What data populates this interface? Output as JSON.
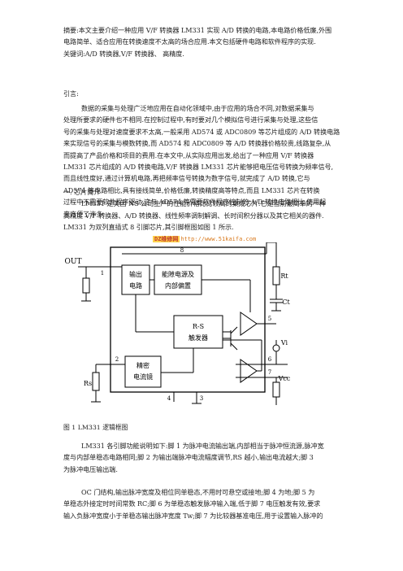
{
  "abstract": [
    "摘要:本文主要介绍一种应用 V/F 转换器 LM331 实现 A/D 转换的电路,本电路价格低廉,外围",
    "电路简单、适合应用在转换速度不太高的场合应用.本文包括硬件电路和软件程序的实现.",
    "关键词:A/D 转换器,V/F 转换器、 高精度."
  ],
  "intro_heading": "引言:",
  "intro_para": [
    "数据的采集与处理广泛地应用在自动化领域中,由于应用的场合不同,对数据采集与",
    "处理所要求的硬件也不相同.在控制过程中,有时要对几个模拟信号进行采集与处理,这些信",
    "号的采集与处理对速度要求不太高,一般采用 AD574 或 ADC0809 等芯片组成的 A/D 转换电路",
    "来实现信号的采集与模数转换,而 AD574 和 ADC0809 等 A/D 转换器价格较贵,线路复杂,从",
    "而提高了产品价格和项目的费用.在本文中,从实际应用出发,给出了一种应用 V/F 转换器",
    "LM331 芯片组成的 A/D 转换电路,V/F 转换器 LM331 芯片能够把电压信号转换为频率信号,",
    "而且线性度好,通过计算机电路,再把频率信号转换为数字信号,就完成了 A/D 转换,它与",
    "AD574 等电路相比,具有接线简单,价格低廉,转换精度高等特点,而且 LM331 芯片在转换",
    "过程中不需要软件程序驱动,这与 AD574 等需要软件程序控制的 A/D 转换电路相比,使用起",
    "来方便了许多."
  ],
  "section1_heading": "一.   芯片简介",
  "section1_para": [
    "LM331 是美国 NS 公司生产的性能价格比比较高的集成芯片.它是当前最简单的一种",
    "高精度 V/F 转换器、A/D 转换器、线性频率调制解调、长时间积分器以及其它相关的器件.",
    "LM331 为双列直插式 8 引脚芯片,其引脚框图如图 1 所示."
  ],
  "watermark": {
    "logo": "DZ维修网",
    "url": "http://www.51kaifa.com"
  },
  "diagram": {
    "blocks": [
      [
        "输出",
        "电路"
      ],
      [
        "能隙电源及",
        "内部偏置"
      ],
      [
        "R-S",
        "触发器"
      ],
      [
        "精密",
        "电流镜"
      ]
    ],
    "labels": {
      "out": "OUT",
      "vcc": "Vcc",
      "rt": "Rt",
      "ct": "Ct",
      "vi": "Vi",
      "rs": "Rs"
    },
    "pins": [
      "1",
      "2",
      "3",
      "4",
      "5",
      "6",
      "7",
      "8"
    ]
  },
  "figure_caption": "图 1  LM331 逻辑框图",
  "pin_para": [
    "LM331 各引脚功能说明如下:脚 1 为脉冲电流输出端,内部相当于脉冲恒流源,脉冲宽",
    "度与内部单稳态电路相同;脚 2 为输出端脉冲电流幅度调节,RS 越小,输出电流越大;脚 3",
    "为脉冲电压输出端."
  ],
  "oc_para": [
    "OC 门结构,输出脉冲宽度及相位同单稳态,不用时可悬空或接地;脚 4 为地;脚 5 为",
    "单稳态外接定时时间常数 RC;脚 6 为单稳态触发脉冲输入端,低于脚 7 电压触发有效,要求",
    "输入负脉冲宽度小于单稳态输出脉冲宽度 Tw;脚 7 为比较器基准电压,用于设置输入脉冲的"
  ],
  "colors": {
    "text": "#222222",
    "line": "#000000",
    "watermark": "#d97a1e"
  }
}
